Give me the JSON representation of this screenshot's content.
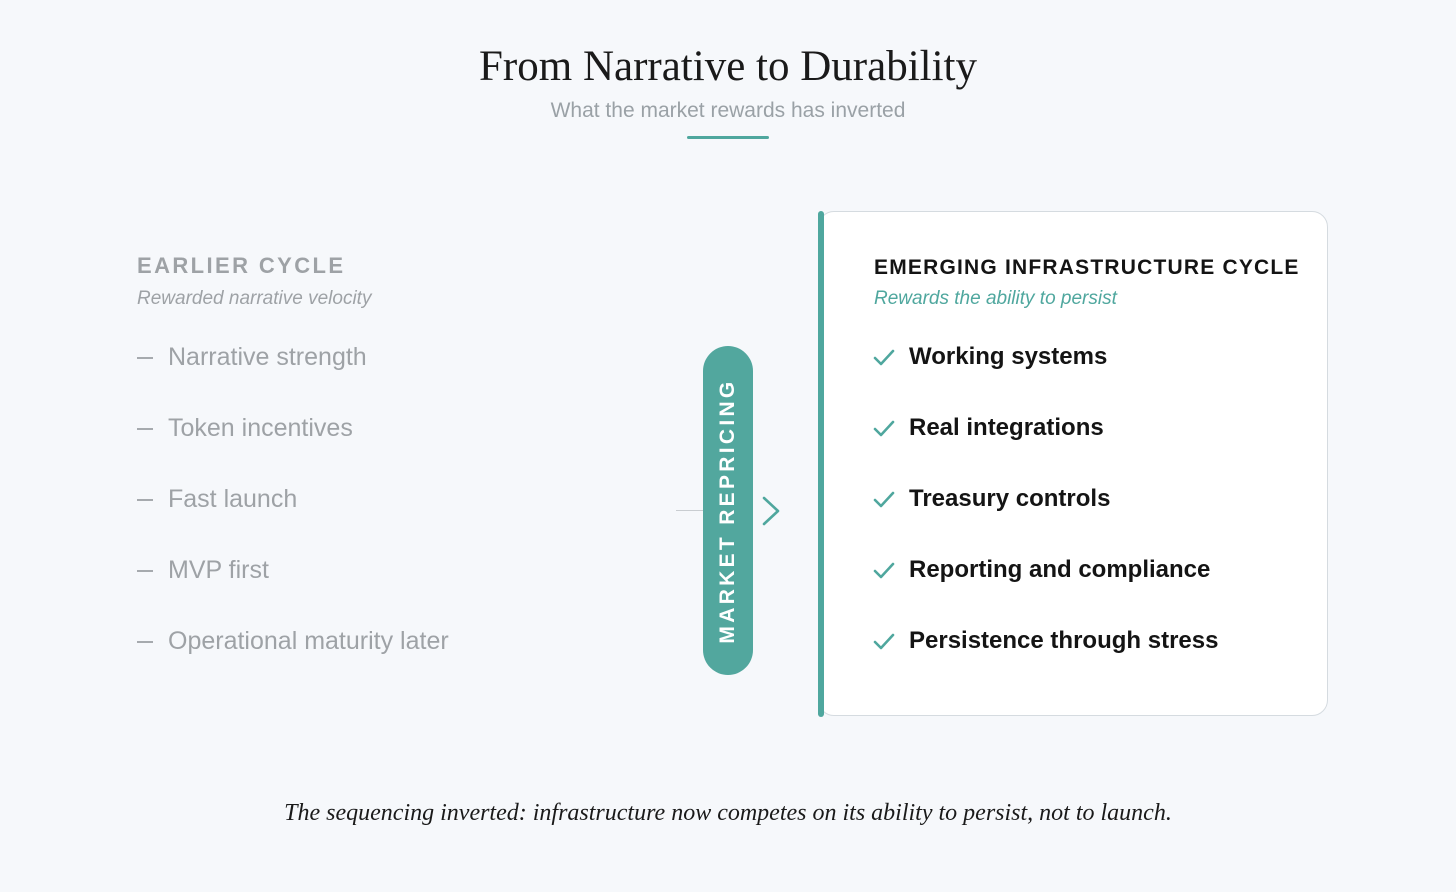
{
  "header": {
    "title": "From Narrative to Durability",
    "subtitle": "What the market rewards has inverted"
  },
  "earlier": {
    "heading": "EARLIER CYCLE",
    "subheading": "Rewarded narrative velocity",
    "items": [
      "Narrative strength",
      "Token incentives",
      "Fast launch",
      "MVP first",
      "Operational maturity later"
    ]
  },
  "transition": {
    "label": "MARKET REPRICING"
  },
  "emerging": {
    "heading": "EMERGING INFRASTRUCTURE CYCLE",
    "subheading": "Rewards the ability to persist",
    "items": [
      "Working systems",
      "Real integrations",
      "Treasury controls",
      "Reporting and compliance",
      "Persistence through stress"
    ]
  },
  "footer": {
    "caption": "The sequencing inverted: infrastructure now competes on its ability to persist, not to launch."
  },
  "colors": {
    "accent": "#4fa79e",
    "muted": "#9ea2a6",
    "background": "#f6f8fb"
  }
}
